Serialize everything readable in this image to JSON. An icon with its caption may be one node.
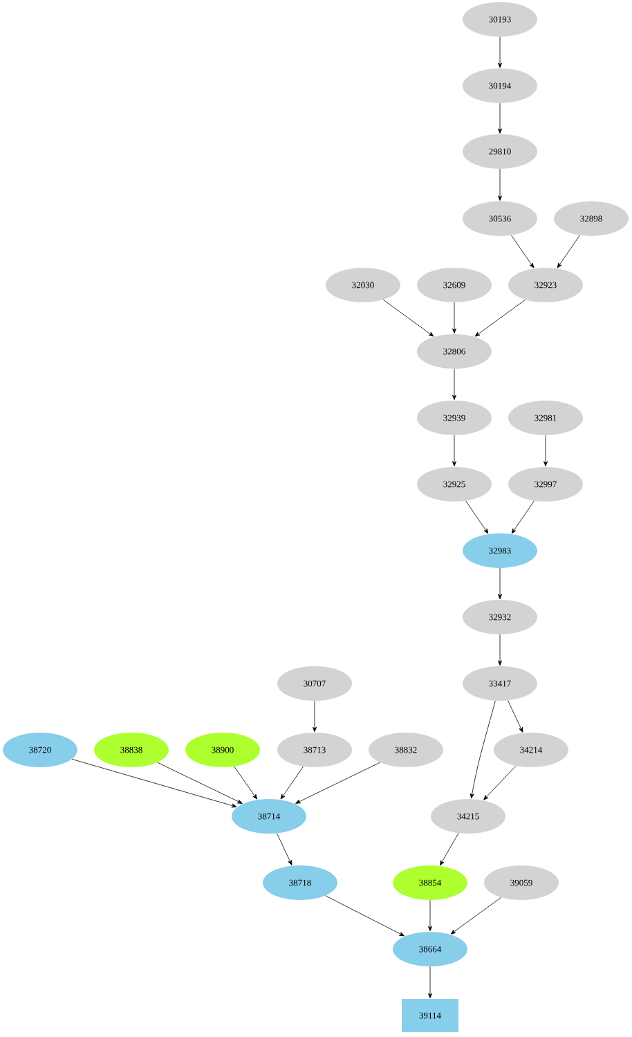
{
  "diagram": {
    "nodes": [
      {
        "text": [
          "30193"
        ]
      },
      {
        "text": [
          "30194"
        ]
      },
      {
        "text": [
          "29810"
        ]
      },
      {
        "text": [
          "30536"
        ]
      },
      {
        "text": [
          "32898"
        ]
      },
      {
        "text": [
          "32030"
        ]
      },
      {
        "text": [
          "32609"
        ]
      },
      {
        "text": [
          "32923"
        ]
      },
      {
        "text": [
          "32806"
        ]
      },
      {
        "text": [
          "32939"
        ]
      },
      {
        "text": [
          "32981"
        ]
      },
      {
        "text": [
          "32925"
        ]
      },
      {
        "text": [
          "32997"
        ]
      },
      {
        "text": [
          "32983"
        ]
      },
      {
        "text": [
          "32932"
        ]
      },
      {
        "text": [
          "30707"
        ]
      },
      {
        "text": [
          "33417"
        ]
      },
      {
        "text": [
          "38720"
        ]
      },
      {
        "text": [
          "38838"
        ]
      },
      {
        "text": [
          "38900"
        ]
      },
      {
        "text": [
          "38713"
        ]
      },
      {
        "text": [
          "38832"
        ]
      },
      {
        "text": [
          "34214"
        ]
      },
      {
        "text": [
          "38714"
        ]
      },
      {
        "text": [
          "34215"
        ]
      },
      {
        "text": [
          "38718"
        ]
      },
      {
        "text": [
          "38854"
        ]
      },
      {
        "text": [
          "39059"
        ]
      },
      {
        "text": [
          "38664"
        ]
      },
      {
        "text": [
          "39114"
        ]
      }
    ],
    "edges": [
      {
        "from": 0,
        "to": 1,
        "arrow": "to"
      },
      {
        "from": 1,
        "to": 2,
        "arrow": "to"
      },
      {
        "from": 2,
        "to": 3,
        "arrow": "to"
      },
      {
        "from": 3,
        "to": 7,
        "arrow": "to"
      },
      {
        "from": 4,
        "to": 7,
        "arrow": "to"
      },
      {
        "from": 5,
        "to": 8,
        "arrow": "to"
      },
      {
        "from": 6,
        "to": 8,
        "arrow": "to"
      },
      {
        "from": 7,
        "to": 8,
        "arrow": "to"
      },
      {
        "from": 8,
        "to": 9,
        "arrow": "to"
      },
      {
        "from": 9,
        "to": 11,
        "arrow": "to"
      },
      {
        "from": 10,
        "to": 12,
        "arrow": "to"
      },
      {
        "from": 11,
        "to": 13,
        "arrow": "to"
      },
      {
        "from": 12,
        "to": 13,
        "arrow": "to"
      },
      {
        "from": 13,
        "to": 14,
        "arrow": "to"
      },
      {
        "from": 14,
        "to": 16,
        "arrow": "to"
      },
      {
        "from": 15,
        "to": 20,
        "arrow": "to"
      },
      {
        "from": 16,
        "to": 22,
        "arrow": "to"
      },
      {
        "from": 16,
        "to": 24,
        "arrow": "to"
      },
      {
        "from": 22,
        "to": 24,
        "arrow": "to"
      },
      {
        "from": 17,
        "to": 23,
        "arrow": "to"
      },
      {
        "from": 18,
        "to": 23,
        "arrow": "to"
      },
      {
        "from": 19,
        "to": 23,
        "arrow": "to"
      },
      {
        "from": 20,
        "to": 23,
        "arrow": "to"
      },
      {
        "from": 21,
        "to": 23,
        "arrow": "to"
      },
      {
        "from": 23,
        "to": 25,
        "arrow": "to"
      },
      {
        "from": 24,
        "to": 26,
        "arrow": "to"
      },
      {
        "from": 25,
        "to": 28,
        "arrow": "to"
      },
      {
        "from": 26,
        "to": 28,
        "arrow": "to"
      },
      {
        "from": 27,
        "to": 28,
        "arrow": "to"
      },
      {
        "from": 28,
        "to": 29,
        "arrow": "to"
      }
    ]
  }
}
